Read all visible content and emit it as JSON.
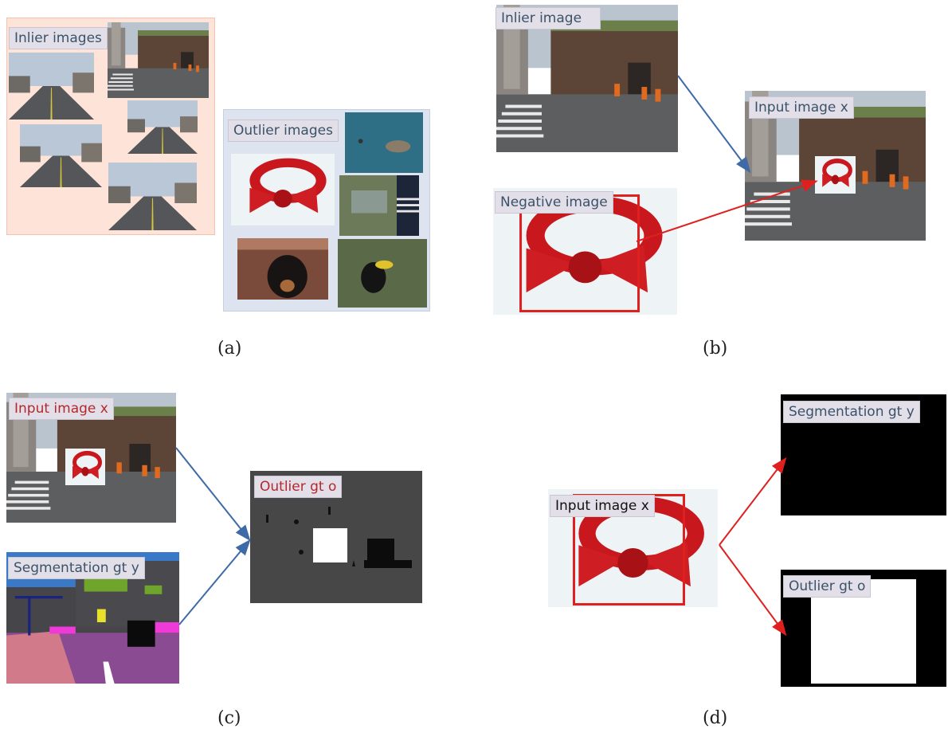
{
  "panels": {
    "a": {
      "caption": "(a)",
      "inlier_label": "Inlier images",
      "outlier_label": "Outlier images",
      "panel_colors": {
        "inlier_bg": "#fde3d8",
        "outlier_bg": "#dde4ef"
      }
    },
    "b": {
      "caption": "(b)",
      "inlier_label": "Inlier image",
      "negative_label": "Negative image",
      "input_label": "Input image x"
    },
    "c": {
      "caption": "(c)",
      "input_label": "Input image x",
      "segmentation_label": "Segmentation gt y",
      "outlier_label": "Outlier gt o"
    },
    "d": {
      "caption": "(d)",
      "input_label": "Input image x",
      "segmentation_label": "Segmentation gt y",
      "outlier_label": "Outlier gt o"
    }
  },
  "colors": {
    "blue_arrow": "#3f6aa8",
    "red_arrow": "#e0201f",
    "label_text": "#3b5268",
    "label_red": "#b5292c"
  }
}
